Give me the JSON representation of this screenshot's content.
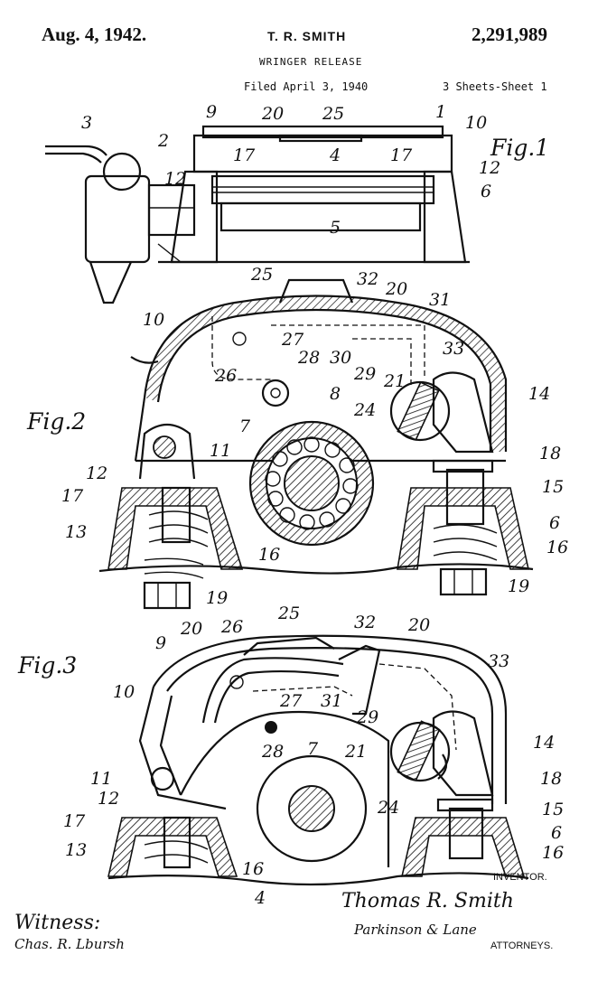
{
  "header": {
    "date": "Aug. 4, 1942.",
    "inventor_name": "T. R. SMITH",
    "patent_number": "2,291,989",
    "title": "WRINGER RELEASE",
    "filed": "Filed April 3, 1940",
    "sheets": "3 Sheets-Sheet 1"
  },
  "figures": {
    "fig1": "Fig.1",
    "fig2": "Fig.2",
    "fig3": "Fig.3"
  },
  "fig1_labels": [
    "3",
    "2",
    "9",
    "20",
    "25",
    "1",
    "10",
    "17",
    "4",
    "17",
    "12",
    "12",
    "6",
    "5"
  ],
  "fig2_labels": [
    "25",
    "32",
    "20",
    "31",
    "10",
    "27",
    "28",
    "30",
    "33",
    "26",
    "29",
    "21",
    "14",
    "8",
    "24",
    "7",
    "11",
    "18",
    "12",
    "15",
    "17",
    "6",
    "13",
    "16",
    "16",
    "19",
    "19"
  ],
  "fig3_labels": [
    "25",
    "32",
    "20",
    "9",
    "20",
    "26",
    "33",
    "10",
    "27",
    "31",
    "29",
    "28",
    "7",
    "21",
    "14",
    "11",
    "24",
    "18",
    "12",
    "15",
    "17",
    "6",
    "13",
    "16",
    "16",
    "4"
  ],
  "footer": {
    "witness_label": "Witness:",
    "witness_signature": "Chas. R. Lbursh",
    "inventor_caption": "INVENTOR.",
    "inventor_signature": "Thomas R. Smith",
    "attorney_signature": "Parkinson & Lane",
    "attorneys_caption": "ATTORNEYS."
  }
}
